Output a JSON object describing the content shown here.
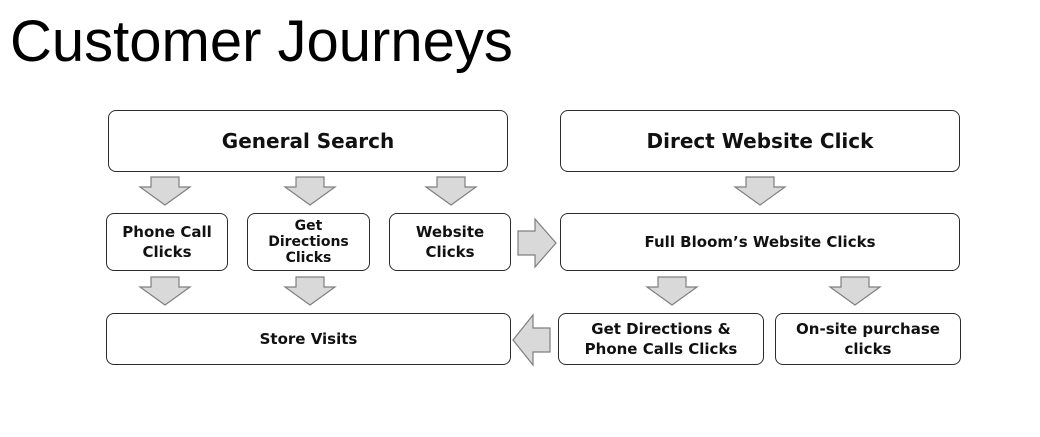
{
  "title": "Customer Journeys",
  "boxes": {
    "general_search": "General Search",
    "direct_website_click": "Direct Website Click",
    "phone_call_clicks": "Phone Call Clicks",
    "get_directions_clicks": "Get Directions Clicks",
    "website_clicks": "Website Clicks",
    "full_bloom_website_clicks": "Full Bloom’s Website Clicks",
    "store_visits": "Store Visits",
    "get_directions_phone_calls_clicks": "Get Directions & Phone Calls Clicks",
    "onsite_purchase_clicks": "On-site purchase clicks"
  },
  "colors": {
    "arrow_fill": "#d9d9d9",
    "arrow_stroke": "#7f7f7f",
    "box_border": "#2b2b2b"
  }
}
